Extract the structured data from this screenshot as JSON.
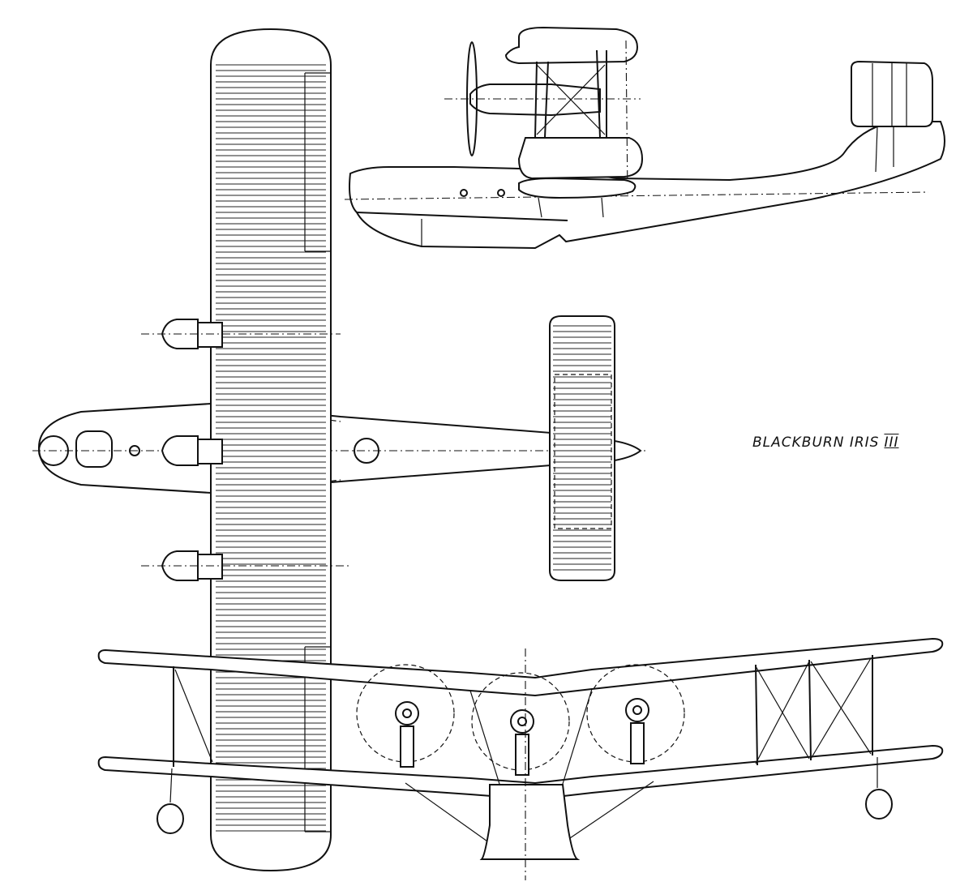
{
  "drawing": {
    "title": "BLACKBURN IRIS",
    "title_numeral": "III",
    "views": [
      "side-elevation",
      "plan",
      "front-elevation"
    ]
  }
}
